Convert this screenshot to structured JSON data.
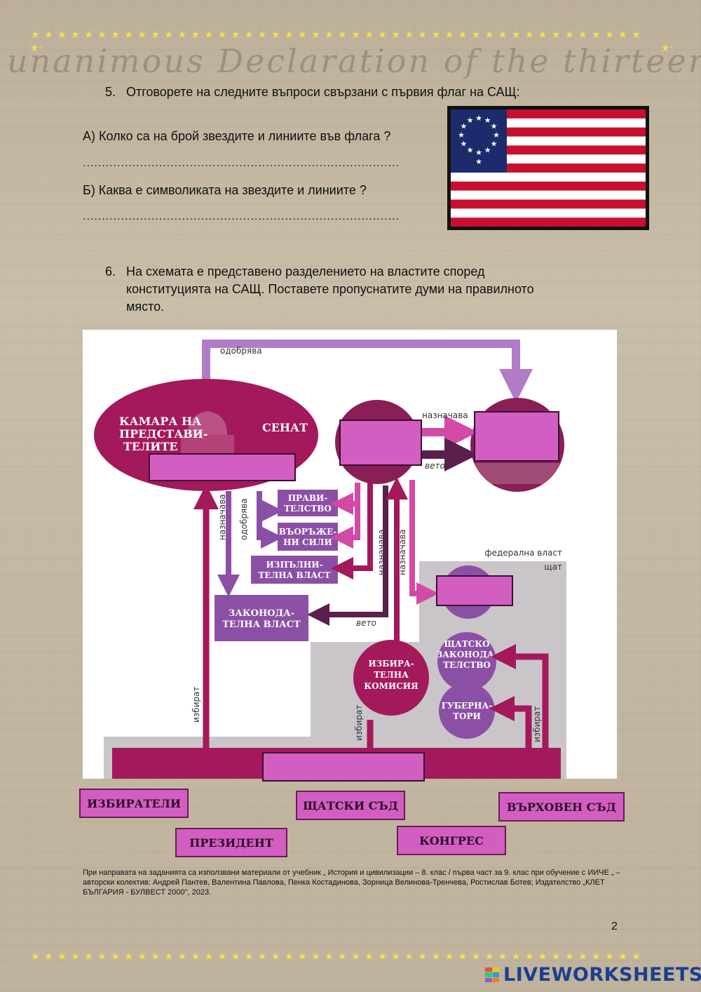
{
  "background": {
    "title_text": "unanimous Declaration of the thirteen united States of America"
  },
  "q5": {
    "number": "5.",
    "title": "Отговорете на следните въпроси свързани с първия флаг на САЩ:",
    "a": "А) Колко са на брой звездите и линиите във флага ?",
    "a_dots": "...................................................................................",
    "b": "Б) Каква е символиката на звездите и линиите ?",
    "b_dots": "..................................................................................."
  },
  "q6": {
    "number": "6.",
    "line1": "На схемата е представено разделението на властите според",
    "line2": "конституцията на САЩ. Поставете пропуснатите думи на правилното",
    "line3": "място."
  },
  "diagram": {
    "approves_top": "одобрява",
    "house": "КАМАРА НА",
    "house2": "ПРЕДСТАВИ-",
    "house3": "ТЕЛИТЕ",
    "senate": "СЕНАТ",
    "appoints_top": "назначава",
    "veto_top": "вето",
    "government": "ПРАВИ-",
    "government2": "ТЕЛСТВО",
    "armed": "ВЪОРЪЖЕ-",
    "armed2": "НИ СИЛИ",
    "executive": "ИЗПЪЛНИ-",
    "executive2": "ТЕЛНА ВЛАСТ",
    "legislative": "ЗАКОНОДА-",
    "legislative2": "ТЕЛНА ВЛАСТ",
    "appoints_left": "назначава",
    "approves_left": "одобрява",
    "appoints_mid": "назначава",
    "appoints_right": "назначава",
    "veto_bottom": "вето",
    "federal": "федерална власт",
    "state": "щат",
    "state_leg": "ЩАТСКО",
    "state_leg2": "ЗАКОНОДА-",
    "state_leg3": "ТЕЛСТВО",
    "governors": "ГУБЕРНА-",
    "governors2": "ТОРИ",
    "electoral": "ИЗБИРА-",
    "electoral2": "ТЕЛНА",
    "electoral3": "КОМИСИЯ",
    "elect_left": "избират",
    "elect_mid": "избират",
    "elect_right": "избират"
  },
  "word_bank": [
    "ИЗБИРАТЕЛИ",
    "ЩАТСКИ СЪД",
    "ВЪРХОВЕН СЪД",
    "ПРЕЗИДЕНТ",
    "КОНГРЕС"
  ],
  "credit": "При направата на заданията са използвани материали от учебник „ История и цивилизации – 8. клас / първа част за 9. клас при обучение с ИИЧЕ „ – авторски колектив: Андрей Пантев, Валентина Павлова, Пенка Костадинова, Зорница Велинова-Тренчева, Ростислав Ботев; Издателство „КЛЕТ БЪЛГАРИЯ - БУЛВЕСТ 2000\", 2023.",
  "page_number": "2",
  "brand": "LIVEWORKSHEETS",
  "colors": {
    "star": "#f3e24a",
    "chip": "#d25ec2",
    "magenta": "#a3195b",
    "purple": "#8c4fa6",
    "dark": "#5a1f4a"
  }
}
